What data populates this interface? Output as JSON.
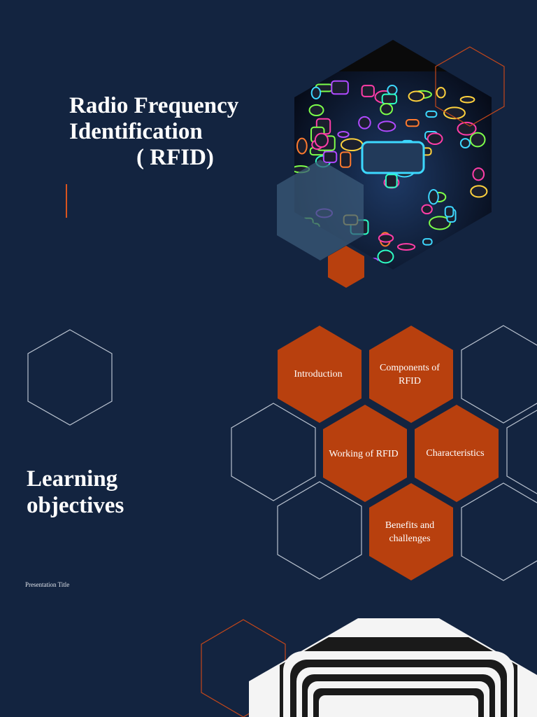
{
  "slide1": {
    "title_line1": "Radio Frequency",
    "title_line2": "Identification",
    "title_line3": "( RFID)",
    "image": "rfid-tags-illustration",
    "colors": {
      "background": "#132440",
      "accent": "#d9541e",
      "hex_fill": "#b8400e"
    }
  },
  "slide2": {
    "heading_line1": "Learning",
    "heading_line2": "objectives",
    "footer": "Presentation Title",
    "objectives": [
      {
        "line1": "Introduction",
        "line2": ""
      },
      {
        "line1": "Components of",
        "line2": "RFID"
      },
      {
        "line1": "Working of RFID",
        "line2": ""
      },
      {
        "line1": "Characteristics",
        "line2": ""
      },
      {
        "line1": "Benefits and",
        "line2": "challenges"
      }
    ]
  }
}
